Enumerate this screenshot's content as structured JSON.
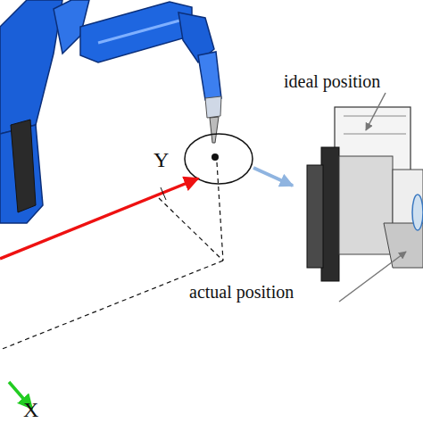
{
  "diagram": {
    "labels": [
      "ideal position",
      "actual position",
      "Y",
      "X"
    ]
  }
}
